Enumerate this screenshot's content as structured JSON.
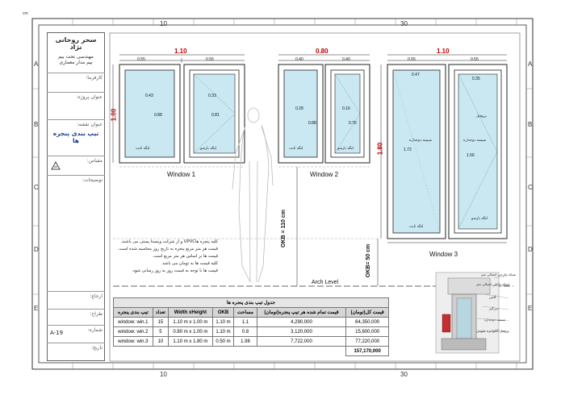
{
  "ruler": {
    "unit": "cm",
    "top": [
      "10",
      "30"
    ],
    "bottom": [
      "10",
      "30"
    ],
    "left": [
      "A",
      "B",
      "C",
      "D",
      "E"
    ],
    "right": [
      "A",
      "B",
      "C",
      "D",
      "E"
    ]
  },
  "title_block": {
    "author": "سحر روحانی نژاد",
    "company_line1": "مهندسی تحت بیم",
    "company_line2": "بیم مدار معماری",
    "employer_label": "کارفرما:",
    "project_label": "عنوان پروژه:",
    "sheet_title_label": "عنوان نقشه:",
    "sheet_title": "تیپ بندی پنجره ها",
    "scale_label": "مقیاس:",
    "description_label": "توضیحات:",
    "revision_label": "ارجاع:",
    "designer_label": "طراح:",
    "sheet_number_label": "شماره:",
    "sheet_number": "A-19",
    "date_label": "تاریخ:"
  },
  "windows": [
    {
      "label": "Window 1",
      "width": "1.10",
      "height": "1.00",
      "sub_w1": "0.55",
      "sub_w2": "0.55",
      "glass_w1": "0.43",
      "glass_w2": "0.33",
      "glass_h1": "0.88",
      "glass_h2": "0.81",
      "fixed_tag": "لنگه ثابت",
      "open_tag": "لنگه بازشو"
    },
    {
      "label": "Window 2",
      "width": "0.80",
      "height": "",
      "sub_w1": "0.40",
      "sub_w2": "0.40",
      "glass_w1": "0.28",
      "glass_w2": "0.16",
      "glass_h1": "0.88",
      "glass_h2": "0.76",
      "fixed_tag": "لنگه ثابت",
      "open_tag": "لنگه بازشو"
    },
    {
      "label": "Window 3",
      "width": "1.10",
      "height": "1.80",
      "sub_w1": "0.55",
      "sub_w2": "0.55",
      "glass_w1": "0.47",
      "glass_w2": "0.35",
      "glass_h1": "1.72",
      "glass_h2": "1.56",
      "fixed_tag": "لنگه ثابت",
      "open_tag": "لنگه بازشو",
      "glass_text": "شیشه دوجداره",
      "profile_text": "پروفیل"
    }
  ],
  "okb": {
    "okb1": "OKB = 110 cm",
    "okb2": "OKB= 50 cm",
    "arch_level": "Arch Level"
  },
  "notes": [
    "کلیه پنجره هاUPVC و از شرکت وینستا پستی می باشند.",
    "قیمت هر متر مربع پنجره به تاریخ روز محاسبه شده است.",
    "قیمت ها بر اساس هر متر مربع است.",
    "کلیه قیمت ها به تومان می باشد.",
    "قیمت ها با توجه به قیمت روز به روز رسانی شود."
  ],
  "schedule": {
    "title": "جدول تیپ بندی پنجره ها",
    "headers": [
      "تیپ بندی پنجره",
      "تعداد",
      "Width xHeight",
      "OKB",
      "مساحت",
      "قیمت تمام شده هر تیپ پنجره(تومان)",
      "قیمت کل(تومان)"
    ],
    "rows": [
      [
        "window: win.1",
        "15",
        "1.10 m x 1.00 m",
        "1.10 m",
        "1.1",
        "4,290,000",
        "64,350,000"
      ],
      [
        "window: win.2",
        "5",
        "0.80 m x 1.00 m",
        "1.10 m",
        "0.8",
        "3,120,000",
        "15,600,000"
      ],
      [
        "window: win.3",
        "10",
        "1.10 m x 1.80 m",
        "0.50 m",
        "1.98",
        "7,722,000",
        "77,220,000"
      ]
    ],
    "total": "157,170,000"
  },
  "profile_labels": [
    "شبکه خارجی اتصالی متر",
    "شبکه داخلی اتصالی متر",
    "گلس",
    "درزگیر",
    "شیشه دوجداره",
    "پروفیل گالوانیزه تقویتی"
  ],
  "colors": {
    "glass": "#c9e8f2",
    "dimension_red": "#c00000",
    "frame": "#222222"
  }
}
